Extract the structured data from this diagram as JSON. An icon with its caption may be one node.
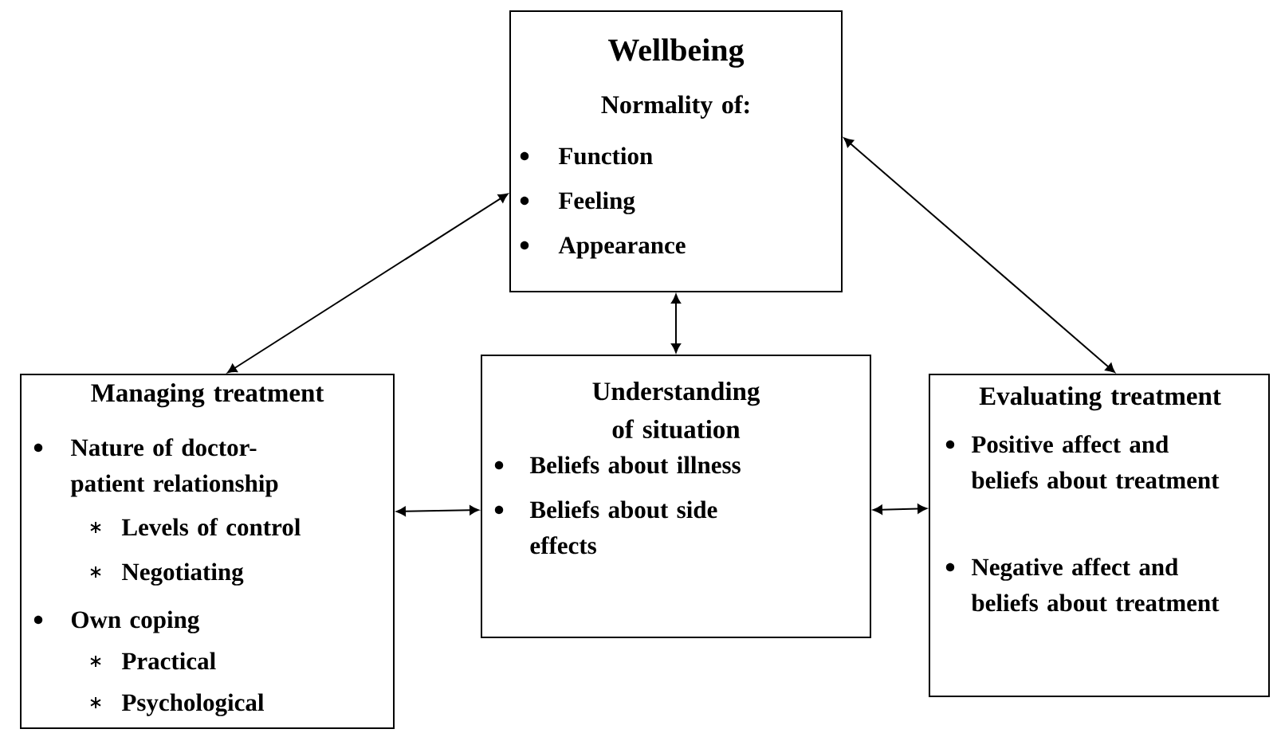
{
  "diagram": {
    "nodes": [
      {
        "text": [
          "Wellbeing",
          "Normality of:",
          "Function",
          "Feeling",
          "Appearance"
        ]
      },
      {
        "text": [
          "Managing treatment",
          "Nature of doctor-patient relationship",
          "Levels of control",
          "Negotiating",
          "Own coping",
          "Practical",
          "Psychological"
        ]
      },
      {
        "text": [
          "Understanding of situation",
          "Beliefs about illness",
          "Beliefs about side effects"
        ]
      },
      {
        "text": [
          "Evaluating treatment",
          "Positive affect and beliefs about treatment",
          "Negative affect and beliefs about treatment"
        ]
      }
    ],
    "edges": [
      {
        "from": 0,
        "to": 1,
        "arrow": "both"
      },
      {
        "from": 0,
        "to": 2,
        "arrow": "both"
      },
      {
        "from": 0,
        "to": 3,
        "arrow": "both"
      },
      {
        "from": 1,
        "to": 2,
        "arrow": "both"
      },
      {
        "from": 2,
        "to": 3,
        "arrow": "both"
      }
    ]
  }
}
